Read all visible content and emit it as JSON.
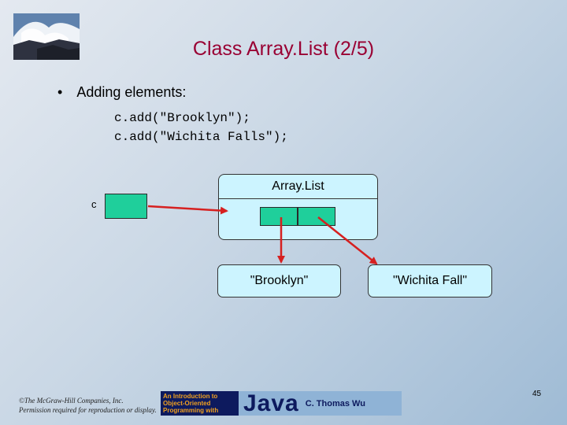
{
  "slide": {
    "title": "Class Array.List (2/5)",
    "bullet": "•",
    "bullet_text": "Adding elements:",
    "code_lines": [
      "c.add(\"Brooklyn\");",
      "c.add(\"Wichita Falls\");"
    ],
    "variable_label": "c",
    "object_title": "Array.List",
    "strings": [
      "\"Brooklyn\"",
      "\"Wichita Fall\""
    ],
    "copyright": "©The McGraw-Hill Companies, Inc. Permission required for reproduction or display.",
    "page_number": "45"
  },
  "banner": {
    "small_lines": [
      "An Introduction to",
      "Object-Oriented",
      "Programming with"
    ],
    "java": "Java",
    "author": "C. Thomas Wu"
  },
  "colors": {
    "title": "#990033",
    "arrow": "#d62020",
    "slot_fill": "#1fcf9b",
    "box_fill": "#ccf4ff"
  },
  "icons": {
    "logo": "wave-photo-icon"
  }
}
